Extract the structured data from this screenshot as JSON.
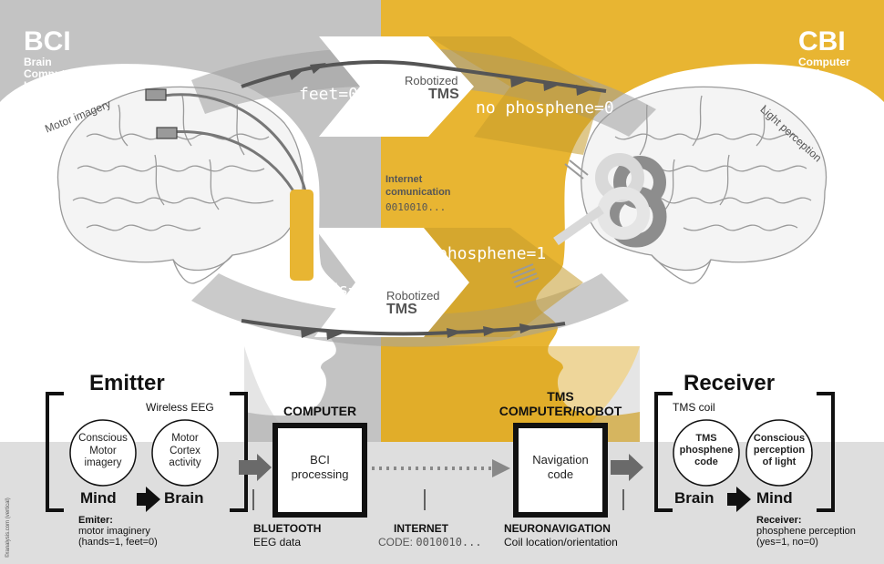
{
  "colors": {
    "left_bg": "#c3c3c3",
    "right_bg": "#e8b532",
    "bottom_bg": "#dedede",
    "accent": "#e0a820",
    "dark": "#111111"
  },
  "left": {
    "title": "BCI",
    "subtitle_lines": [
      "Brain",
      "Computer",
      "Interface"
    ],
    "side_label": "Motor imagery"
  },
  "right": {
    "title": "CBI",
    "subtitle_lines": [
      "Computer",
      "Brain",
      "Interface"
    ],
    "side_label": "Light perception"
  },
  "middle": {
    "top_code": "feet=0",
    "top_robot": [
      "Robotized",
      "TMS"
    ],
    "top_result": "no phosphene=0",
    "internet_lines": [
      "Internet",
      "comunication"
    ],
    "internet_code": "0010010...",
    "bottom_code": "hands=1",
    "bottom_robot": [
      "Robotized",
      "TMS"
    ],
    "bottom_result": "phosphene=1"
  },
  "emitter": {
    "title": "Emitter",
    "eeg_label": "Wireless EEG",
    "circle1": [
      "Conscious",
      "Motor",
      "imagery"
    ],
    "circle2": [
      "Motor",
      "Cortex",
      "activity"
    ],
    "mind": "Mind",
    "brain": "Brain",
    "caption_title": "Emiter:",
    "caption_lines": [
      "motor imaginery",
      "(hands=1, feet=0)"
    ]
  },
  "computer": {
    "title": "COMPUTER",
    "box": [
      "BCI",
      "processing"
    ],
    "caption_title": "BLUETOOTH",
    "caption": "EEG data"
  },
  "internet": {
    "caption_title": "INTERNET",
    "caption_prefix": "CODE: ",
    "caption_code": "0010010..."
  },
  "tms": {
    "title": [
      "TMS",
      "COMPUTER/ROBOT"
    ],
    "box": [
      "Navigation",
      "code"
    ],
    "caption_title": "NEURONAVIGATION",
    "caption": "Coil location/orientation"
  },
  "receiver": {
    "title": "Receiver",
    "coil_label": "TMS coil",
    "circle1": [
      "TMS",
      "phosphene",
      "code"
    ],
    "circle2": [
      "Conscious",
      "perception",
      "of light"
    ],
    "brain": "Brain",
    "mind": "Mind",
    "caption_title": "Receiver:",
    "caption_lines": [
      "phosphene perception",
      "(yes=1, no=0)"
    ]
  },
  "credit": "©ranalysis.com (vertical)"
}
